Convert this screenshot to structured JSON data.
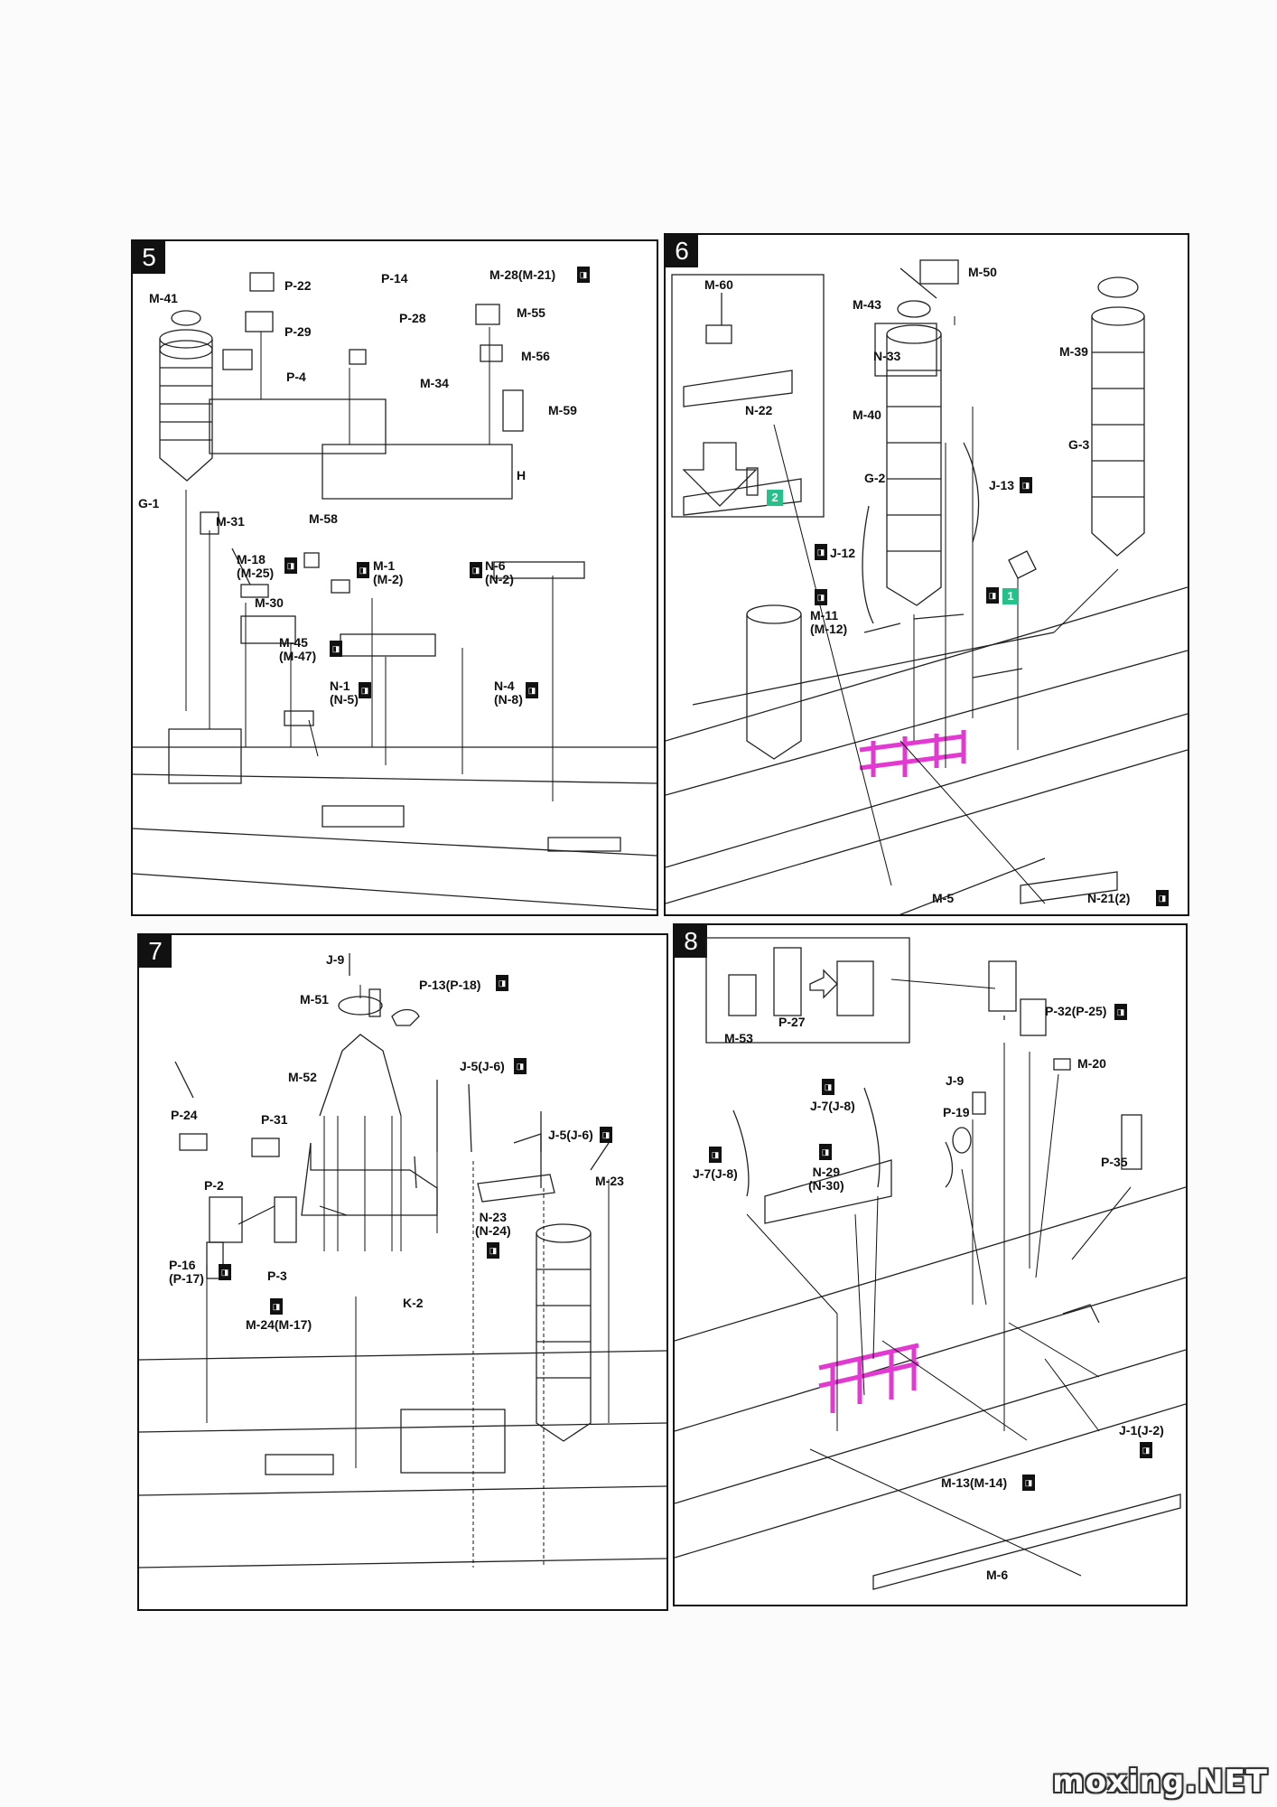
{
  "watermark": "moxing.NET",
  "colors": {
    "highlight": "#e23ad0",
    "badge_green": "#27c08a"
  },
  "panels": [
    {
      "number": "5",
      "labels": [
        "M-41",
        "G-1",
        "P-22",
        "P-29",
        "P-4",
        "P-14",
        "P-28",
        "M-28(M-21)",
        "M-55",
        "M-56",
        "M-59",
        "M-34",
        "M-58",
        "H",
        "M-31",
        "M-18\n(M-25)",
        "M-30",
        "M-1\n(M-2)",
        "N-6\n(N-2)",
        "M-45\n(M-47)",
        "N-1\n(N-5)",
        "N-4\n(N-8)"
      ]
    },
    {
      "number": "6",
      "labels": [
        "M-60",
        "N-22",
        "2",
        "M-43",
        "M-50",
        "N-33",
        "M-39",
        "M-40",
        "G-3",
        "G-2",
        "J-13",
        "J-12",
        "1",
        "M-11\n(M-12)",
        "M-5",
        "N-21(2)"
      ]
    },
    {
      "number": "7",
      "labels": [
        "J-9",
        "M-51",
        "P-13(P-18)",
        "M-52",
        "J-5(J-6)",
        "J-5(J-6)",
        "P-24",
        "P-31",
        "M-23",
        "P-2",
        "N-23\n(N-24)",
        "P-16\n(P-17)",
        "P-3",
        "K-2",
        "M-24(M-17)"
      ]
    },
    {
      "number": "8",
      "labels": [
        "M-53",
        "P-27",
        "P-32(P-25)",
        "M-20",
        "J-9",
        "J-7(J-8)",
        "P-19",
        "J-7(J-8)",
        "N-29\n(N-30)",
        "P-35",
        "J-1(J-2)",
        "M-13(M-14)",
        "M-6"
      ]
    }
  ]
}
